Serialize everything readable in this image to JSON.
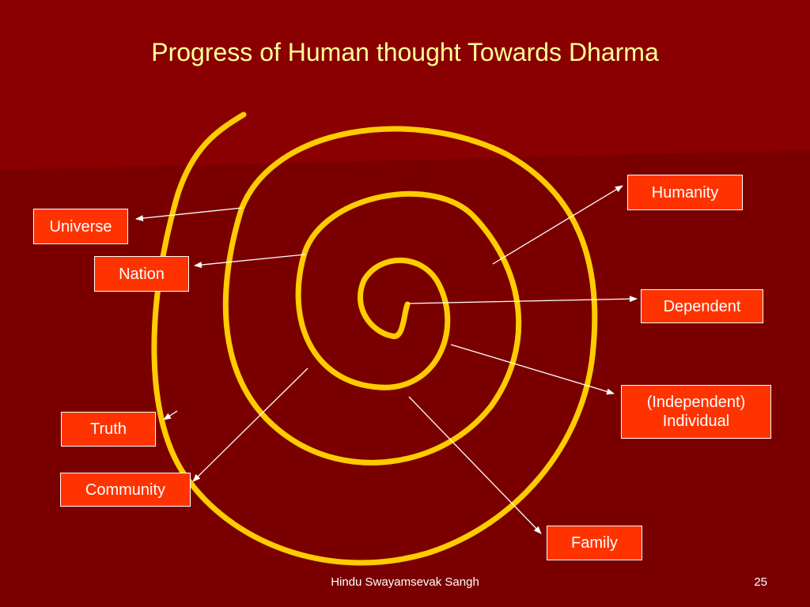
{
  "slide": {
    "title": "Progress of Human thought Towards Dharma",
    "footer_text": "Hindu Swayamsevak Sangh",
    "page_number": "25"
  },
  "labels": {
    "humanity": "Humanity",
    "universe": "Universe",
    "nation": "Nation",
    "dependent": "Dependent",
    "independent_line1": "(Independent)",
    "independent_line2": "Individual",
    "truth": "Truth",
    "community": "Community",
    "family": "Family"
  },
  "colors": {
    "background": "#7a0000",
    "spiral": "#ffcc00",
    "title": "#ffff99",
    "label_box": "#ff3300",
    "connector": "#ffffff"
  }
}
